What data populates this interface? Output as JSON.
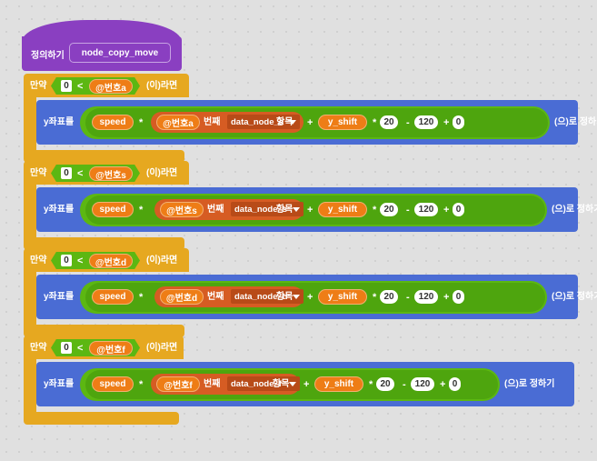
{
  "define": {
    "label": "정의하기",
    "name": "node_copy_move"
  },
  "if_label": "만약",
  "then_label": "(이)라면",
  "lt": "<",
  "sety_label": "y좌표를",
  "set_suffix": "(으)로 정하기",
  "nth_label": "번째",
  "item_label": "항목",
  "ops": {
    "mul": "*",
    "plus": "+",
    "minus": "-"
  },
  "values": {
    "zero": "0",
    "twenty": "20",
    "hundred_twenty": "120",
    "zero_end": "0"
  },
  "vars": {
    "speed": "speed",
    "y_shift": "y_shift"
  },
  "blocks": [
    {
      "key": "a",
      "var": "@번호a",
      "list": "data_node_a"
    },
    {
      "key": "s",
      "var": "@번호s",
      "list": "data_node_s"
    },
    {
      "key": "d",
      "var": "@번호d",
      "list": "data_node_d"
    },
    {
      "key": "f",
      "var": "@번호f",
      "list": "data_node_f"
    }
  ]
}
